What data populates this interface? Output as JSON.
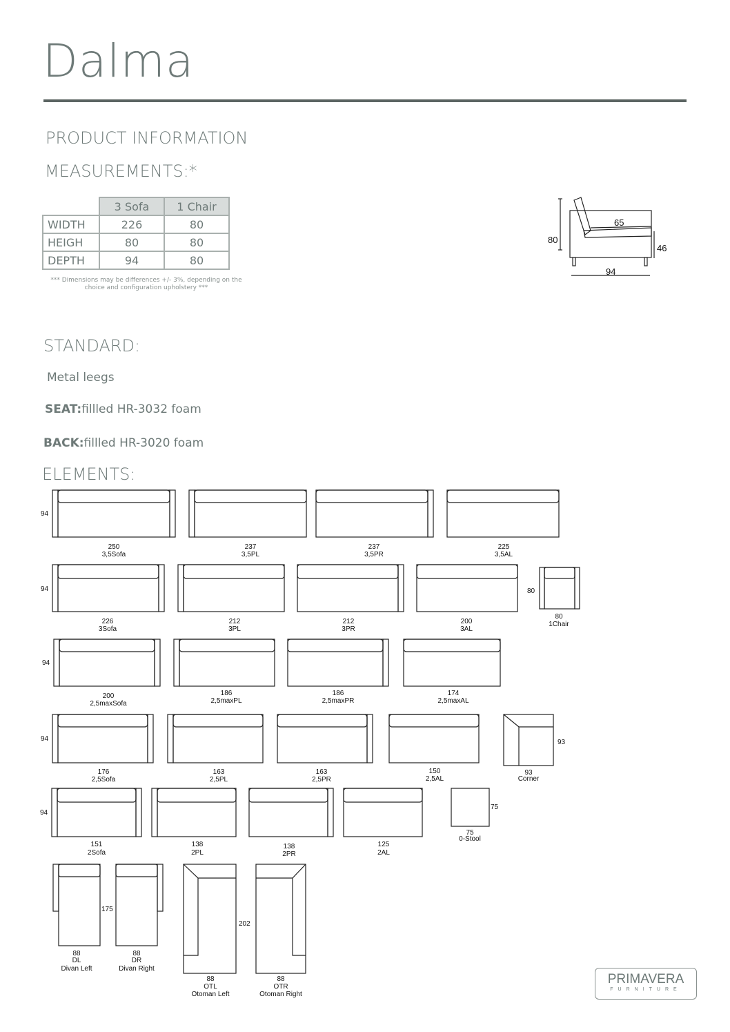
{
  "title": "Dalma",
  "section_product": "PRODUCT INFORMATION",
  "section_measurements": "MEASUREMENTS:*",
  "table": {
    "headers": [
      "3 Sofa",
      "1 Chair"
    ],
    "rows": [
      {
        "label": "WIDTH",
        "values": [
          "226",
          "80"
        ]
      },
      {
        "label": "HEIGH",
        "values": [
          "80",
          "80"
        ]
      },
      {
        "label": "DEPTH",
        "values": [
          "94",
          "80"
        ]
      }
    ]
  },
  "note": "*** Dimensions may be differences +/- 3%, depending on the choice and configuration upholstery ***",
  "profile": {
    "height": "80",
    "seat_depth": "65",
    "seat_height": "46",
    "depth": "94"
  },
  "section_standard": "STANDARD:",
  "standard": {
    "legs": "Metal leegs",
    "seat_label": "SEAT:",
    "seat_text": "fillled HR-3032 foam",
    "back_label": "BACK:",
    "back_text": "fillled HR-3020 foam"
  },
  "section_elements": "ELEMENTS:",
  "row_depth_labels": [
    "94",
    "94",
    "94",
    "94",
    "94"
  ],
  "elements": [
    {
      "width": "250",
      "code": "3,5Sofa"
    },
    {
      "width": "237",
      "code": "3,5PL"
    },
    {
      "width": "237",
      "code": "3,5PR"
    },
    {
      "width": "225",
      "code": "3,5AL"
    },
    {
      "width": "226",
      "code": "3Sofa"
    },
    {
      "width": "212",
      "code": "3PL"
    },
    {
      "width": "212",
      "code": "3PR"
    },
    {
      "width": "200",
      "code": "3AL"
    },
    {
      "width": "80",
      "code": "1Chair",
      "side": "80"
    },
    {
      "width": "200",
      "code": "2,5maxSofa"
    },
    {
      "width": "186",
      "code": "2,5maxPL"
    },
    {
      "width": "186",
      "code": "2,5maxPR"
    },
    {
      "width": "174",
      "code": "2,5maxAL"
    },
    {
      "width": "176",
      "code": "2,5Sofa"
    },
    {
      "width": "163",
      "code": "2,5PL"
    },
    {
      "width": "163",
      "code": "2,5PR"
    },
    {
      "width": "150",
      "code": "2,5AL"
    },
    {
      "width": "93",
      "code": "Corner",
      "side": "93"
    },
    {
      "width": "151",
      "code": "2Sofa"
    },
    {
      "width": "138",
      "code": "2PL"
    },
    {
      "width": "138",
      "code": "2PR"
    },
    {
      "width": "125",
      "code": "2AL"
    },
    {
      "width": "75",
      "code": "0-Stool",
      "side": "75"
    }
  ],
  "divans": [
    {
      "width": "88",
      "code": "DL",
      "name": "Divan Left"
    },
    {
      "width": "88",
      "code": "DR",
      "name": "Divan Right"
    },
    {
      "width": "88",
      "code": "OTL",
      "name": "Otoman Left"
    },
    {
      "width": "88",
      "code": "OTR",
      "name": "Otoman Right"
    }
  ],
  "divan_length": "175",
  "otoman_length": "202",
  "logo": {
    "name": "PRIMAVERA",
    "sub": "FURNITURE"
  }
}
